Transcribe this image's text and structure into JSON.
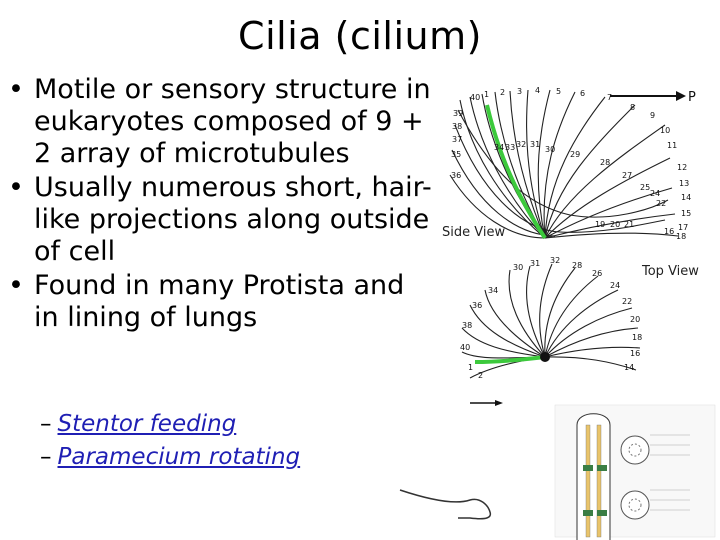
{
  "slide": {
    "title": "Cilia (cilium)",
    "bullets": [
      "Motile or sensory structure in eukaryotes composed of 9 + 2 array of microtubules",
      "Usually numerous short, hair-like projections along outside of cell",
      "Found in many Protista and in lining of lungs"
    ],
    "links": [
      {
        "prefix": "–",
        "label": "Stentor feeding"
      },
      {
        "prefix": "–",
        "label": "Paramecium rotating"
      }
    ]
  },
  "figure": {
    "side_view_label": "Side View",
    "top_view_label": "Top View",
    "arrow_label": "P",
    "highlight_color": "#3cc93c"
  }
}
